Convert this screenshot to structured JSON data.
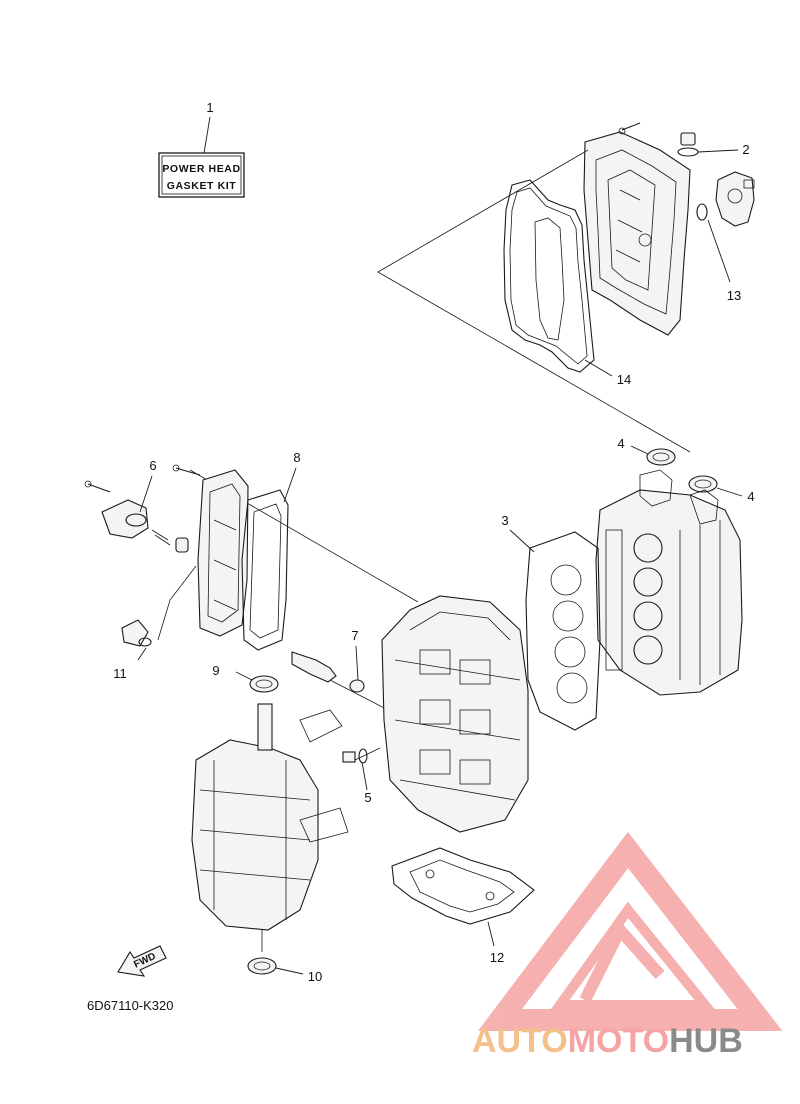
{
  "kit_label": {
    "line1": "POWER HEAD",
    "line2": "GASKET KIT"
  },
  "fwd_label": "FWD",
  "diagram_code": "6D67110-K320",
  "callouts": [
    "1",
    "2",
    "13",
    "14",
    "4",
    "4",
    "6",
    "8",
    "3",
    "11",
    "7",
    "9",
    "5",
    "12",
    "10"
  ],
  "watermark": {
    "part1": "AUTO",
    "part2": "MOTO",
    "part3": "HUB",
    "color_primary": "#f5a3a3",
    "color_secondary": "#f4c08a",
    "color_tertiary": "#8a8a8a"
  }
}
